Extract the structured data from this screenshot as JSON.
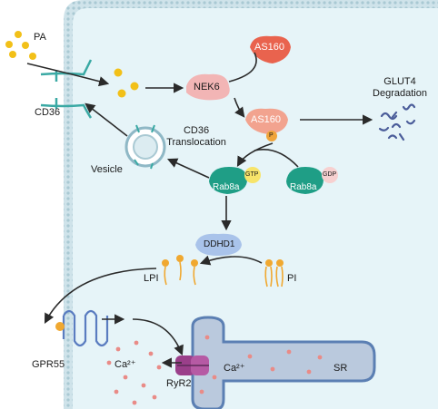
{
  "labels": {
    "pa": "PA",
    "cd36": "CD36",
    "nek6": "NEK6",
    "as160_top": "AS160",
    "as160_mid": "AS160",
    "phospho": "P",
    "glut4_line1": "GLUT4",
    "glut4_line2": "Degradation",
    "cd36_trans_line1": "CD36",
    "cd36_trans_line2": "Translocation",
    "vesicle": "Vesicle",
    "rab8a_gtp": "Rab8a",
    "gtp": "GTP",
    "rab8a_gdp": "Rab8a",
    "gdp": "GDP",
    "ddhd1": "DDHD1",
    "lpi": "LPI",
    "pi": "PI",
    "gpr55": "GPR55",
    "ca_out": "Ca²⁺",
    "ca_sr": "Ca²⁺",
    "ryr2": "RyR2",
    "sr": "SR"
  },
  "colors": {
    "cell_fill": "#e6f4f8",
    "membrane": "#a9c9d3",
    "ligand": "#f2c018",
    "cd36": "#3aa9a4",
    "nek6": "#f2b5b5",
    "as160": "#e9634e",
    "phospho": "#f0a43a",
    "glut4": "#4b5d9a",
    "rab8a": "#1f9e86",
    "gtp": "#f7e46a",
    "gdp": "#f7d0d0",
    "ddhd1": "#a9c3ea",
    "lipid_head": "#f0a830",
    "gpr55": "#5a7cc0",
    "sr_fill": "#bac9dd",
    "ca": "#e98b87",
    "ryr2": "#9a3f8a",
    "arrow": "#2a2a2a"
  }
}
